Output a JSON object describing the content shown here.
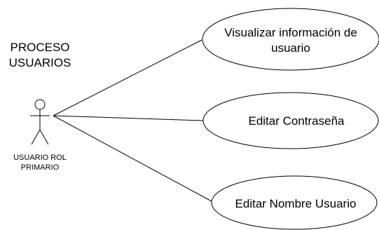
{
  "process_title": {
    "line1": "PROCESO",
    "line2": "USUARIOS"
  },
  "actor": {
    "label_line1": "USUARIO ROL",
    "label_line2": "PRIMARIO"
  },
  "use_cases": [
    {
      "line1": "Visualizar información de",
      "line2": "usuario"
    },
    {
      "line1": "Editar Contraseña"
    },
    {
      "line1": "Editar Nombre Usuario"
    }
  ]
}
